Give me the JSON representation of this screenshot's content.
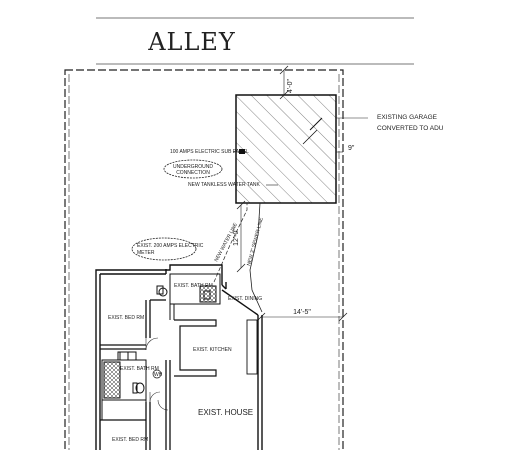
{
  "title": "ALLEY",
  "labels": {
    "garage_line1": "EXISTING GARAGE",
    "garage_line2": "CONVERTED TO ADU",
    "sub_panel": "100 AMPS ELECTRIC SUB PANEL",
    "underground_line1": "UNDERGROUND",
    "underground_line2": "CONNECTION",
    "water_tank": "NEW TANKLESS WATER TANK",
    "meter_line1": "EXIST. 200 AMPS ELECTRIC",
    "meter_line2": "METER",
    "water_line": "NEW WATER LINE",
    "sewer_line": "NEW 3\" SEWER LINE",
    "bath1": "EXIST. BATH RM",
    "bath2": "EXIST. BATH RM",
    "bed1": "EXIST. BED RM",
    "bed2": "EXIST. BED RM",
    "dining": "EXIST. DINING",
    "kitchen": "EXIST. KITCHEN",
    "house": "EXIST. HOUSE",
    "wh": "WH"
  },
  "dimensions": {
    "top_gap": "4'-0\"",
    "side_gap": "9\"",
    "separation": "12'-0\"",
    "side_yard": "14'-5\""
  }
}
